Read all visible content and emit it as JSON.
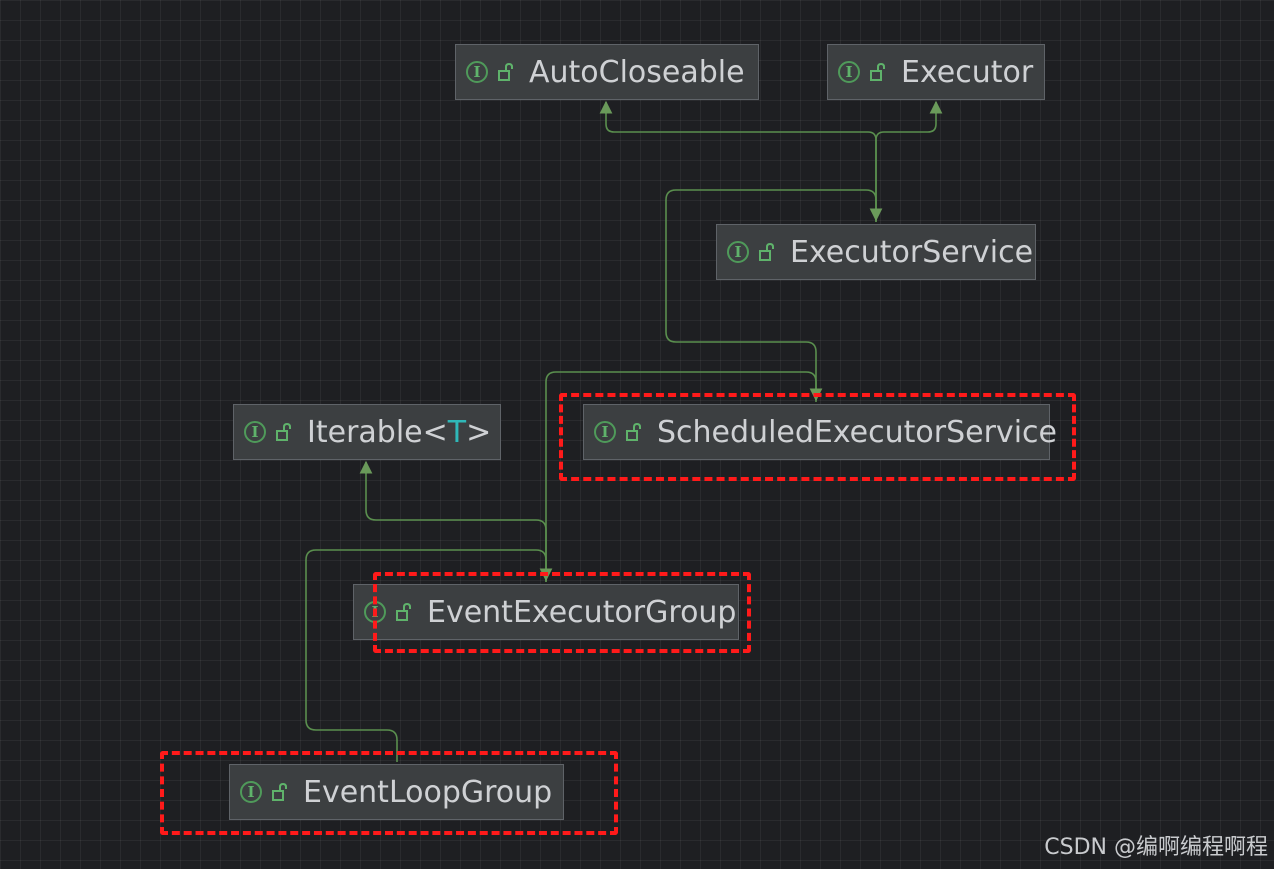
{
  "diagram": {
    "nodes": [
      {
        "id": "autocloseable",
        "kind": "interface",
        "label": "AutoCloseable"
      },
      {
        "id": "executor",
        "kind": "interface",
        "label": "Executor"
      },
      {
        "id": "executorservice",
        "kind": "interface",
        "label": "ExecutorService"
      },
      {
        "id": "iterable",
        "kind": "interface",
        "label": "Iterable<",
        "type_param": "T",
        "label_suffix": ">"
      },
      {
        "id": "scheduledexecutorservice",
        "kind": "interface",
        "label": "ScheduledExecutorService"
      },
      {
        "id": "eventexecutorgroup",
        "kind": "interface",
        "label": "EventExecutorGroup"
      },
      {
        "id": "eventloopgroup",
        "kind": "interface",
        "label": "EventLoopGroup"
      }
    ],
    "edges": [
      {
        "from": "executorservice",
        "to": "autocloseable",
        "type": "extends"
      },
      {
        "from": "executorservice",
        "to": "executor",
        "type": "extends"
      },
      {
        "from": "scheduledexecutorservice",
        "to": "executorservice",
        "type": "extends"
      },
      {
        "from": "eventexecutorgroup",
        "to": "scheduledexecutorservice",
        "type": "extends"
      },
      {
        "from": "eventexecutorgroup",
        "to": "iterable",
        "type": "extends"
      },
      {
        "from": "eventloopgroup",
        "to": "eventexecutorgroup",
        "type": "extends"
      }
    ],
    "highlighted": [
      "scheduledexecutorservice",
      "eventexecutorgroup",
      "eventloopgroup"
    ],
    "icon_letter": "I",
    "colors": {
      "background": "#1e1f22",
      "node_fill": "#3c3f41",
      "edge": "#5a8f4e",
      "interface_icon": "#5fb36b",
      "type_param": "#2fb8b8",
      "highlight": "#ff1a1a"
    }
  },
  "watermark": "CSDN @编啊编程啊程"
}
